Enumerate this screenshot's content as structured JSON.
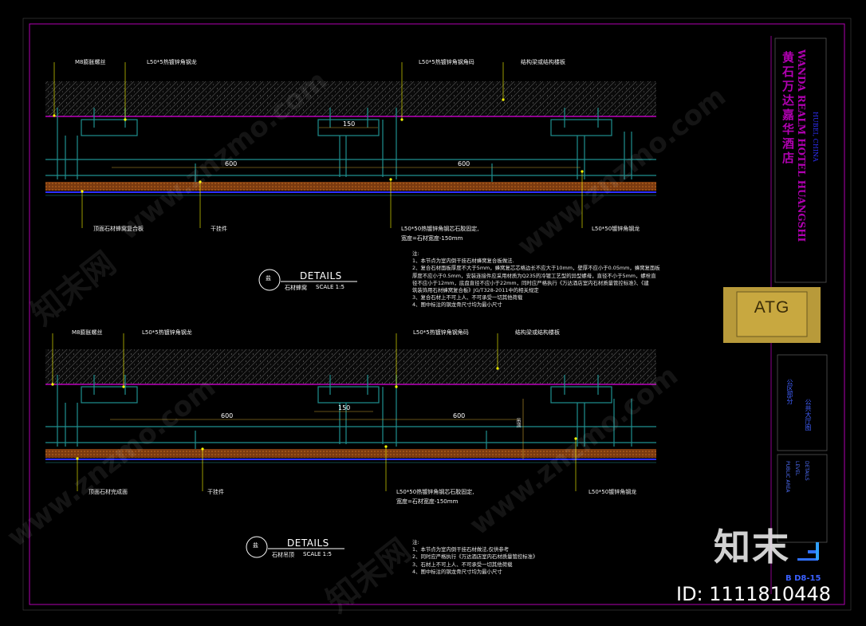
{
  "watermark": {
    "site": "www.znzmo.com",
    "cn_logo": "知末网",
    "big_logo": "知末",
    "id_label": "ID: 1111810448"
  },
  "top_detail": {
    "callouts": {
      "top_left_1": "M8膨胀螺丝",
      "top_left_2": "L50*5热镀锌角钢龙",
      "top_mid": "L50*5热镀锌角钢角码",
      "top_right": "结构梁或结构楼板",
      "bottom_left": "顶面石材蜂窝复合板",
      "bottom_mid_left": "干挂件",
      "bottom_mid_1": "L50*50热镀锌角钢芯石胶固定,",
      "bottom_mid_2": "宽度=石材宽度-150mm",
      "bottom_right": "L50*50镀锌角钢龙"
    },
    "dims": {
      "d150": "150",
      "d600a": "600",
      "d600b": "600"
    },
    "title": {
      "label": "DETAILS",
      "sub": "石材蜂窝",
      "scale": "SCALE  1:5",
      "mark": "盐"
    },
    "notes": [
      "注:",
      "1、本节点为室内倒干挂石材蜂窝复合板做法.",
      "2、复合石材面板厚度不大于5mm，蜂窝复芯芯格边长不应大于10mm，壁厚不应小于0.05mm，蜂窝复面板",
      "厚度不应小于0.5mm，安装连接件应采用材质为Q235的冷镀工艺型的异型螺母，直径不小于5mm，螺栓直",
      "径不应小于12mm，底盘直径不应小于22mm，同时应严格执行《万达酒店室内石材质量管控标准》、《建",
      "筑装饰用石材蜂窝复合板》JG/T328-2011中的相关规定",
      "3、复合石材上不可上人、不可承受一切其他荷载",
      "4、图中标注的钢龙骨尺寸均为最小尺寸"
    ]
  },
  "bottom_detail": {
    "callouts": {
      "top_left_1": "M8膨胀螺丝",
      "top_left_2": "L50*5热镀锌角钢龙",
      "top_mid": "L50*5热镀锌角钢角码",
      "top_right": "结构梁或结构楼板",
      "bottom_left": "顶面石材完成面",
      "bottom_mid_left": "干挂件",
      "bottom_mid_1": "L50*50热镀锌角钢芯石胶固定,",
      "bottom_mid_2": "宽度=石材宽度-150mm",
      "bottom_right": "L50*50镀锌角钢龙"
    },
    "dims": {
      "d150": "150",
      "d600a": "600",
      "d600b": "600",
      "vert": "吊顶"
    },
    "title": {
      "label": "DETAILS",
      "sub": "石材吊顶",
      "scale": "SCALE  1:5",
      "mark": "盐"
    },
    "notes": [
      "注:",
      "1、本节点为室内倒干挂石材做法,仅供参考",
      "2、同时应严格执行《万达酒店室内石材质量管控标准》",
      "3、石材上不可上人、不可承受一切其他荷载",
      "4、图中标注的钢龙骨尺寸均为最小尺寸"
    ]
  },
  "title_block": {
    "hotel_cn": "黄石万达嘉华酒店",
    "hotel_en": "WANDA REALM HOTEL HUANGSHI",
    "location": "HUBEI, CHINA",
    "logo": "ATG",
    "area_cn": "公区部分",
    "area_cn2": "公共大厅图",
    "area_en": "PUBLIC AREA",
    "level": "LEVEL",
    "details": "DETAILS",
    "sheet": "B D8-15"
  },
  "colors": {
    "frame": "#b000b0",
    "magenta": "#e000e0",
    "teal": "#1f8f8f",
    "yellow": "#ffff00",
    "orange": "#c87020",
    "blue": "#3030ff",
    "gold": "#b89a3a"
  }
}
